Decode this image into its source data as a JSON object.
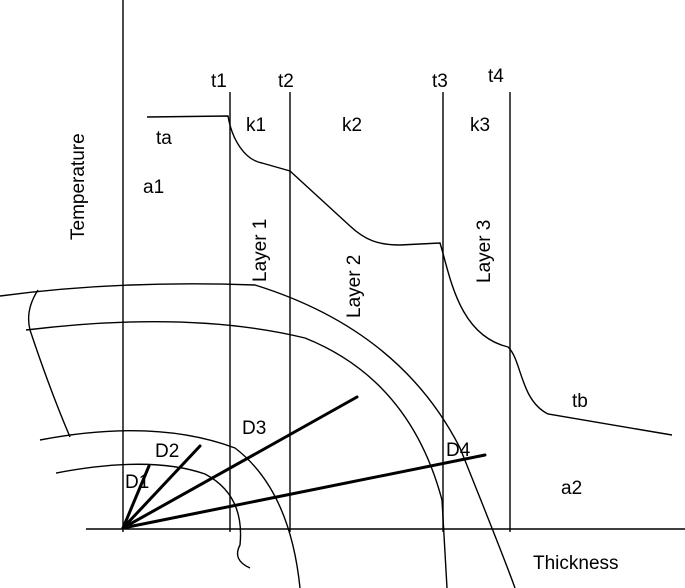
{
  "labels": {
    "t1": "t1",
    "t2": "t2",
    "t3": "t3",
    "t4": "t4",
    "ta": "ta",
    "tb": "tb",
    "k1": "k1",
    "k2": "k2",
    "k3": "k3",
    "a1": "a1",
    "a2": "a2",
    "layer1": "Layer 1",
    "layer2": "Layer 2",
    "layer3": "Layer 3",
    "d1": "D1",
    "d2": "D2",
    "d3": "D3",
    "d4": "D4",
    "y_axis": "Temperature",
    "x_axis": "Thickness"
  }
}
